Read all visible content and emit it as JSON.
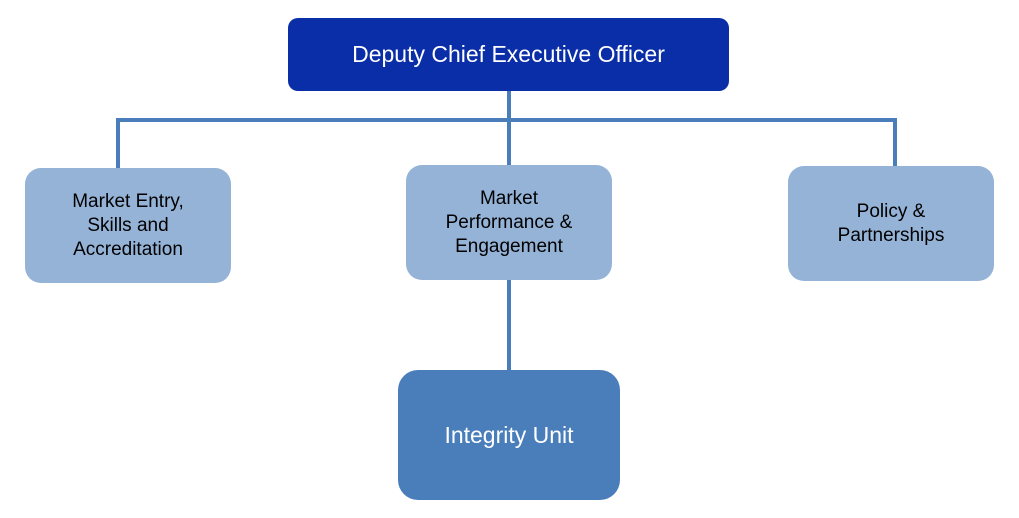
{
  "org_chart": {
    "top": {
      "label": "Deputy Chief Executive Officer"
    },
    "branches": [
      {
        "label": "Market Entry,\nSkills and\nAccreditation"
      },
      {
        "label": "Market\nPerformance &\nEngagement"
      },
      {
        "label": "Policy &\nPartnerships"
      }
    ],
    "sub_unit": {
      "label": "Integrity Unit"
    }
  },
  "colors": {
    "top_box": "#0a2da8",
    "branch_box": "#95b3d7",
    "sub_unit_box": "#4a7ebb",
    "connector": "#4a7ebb"
  }
}
